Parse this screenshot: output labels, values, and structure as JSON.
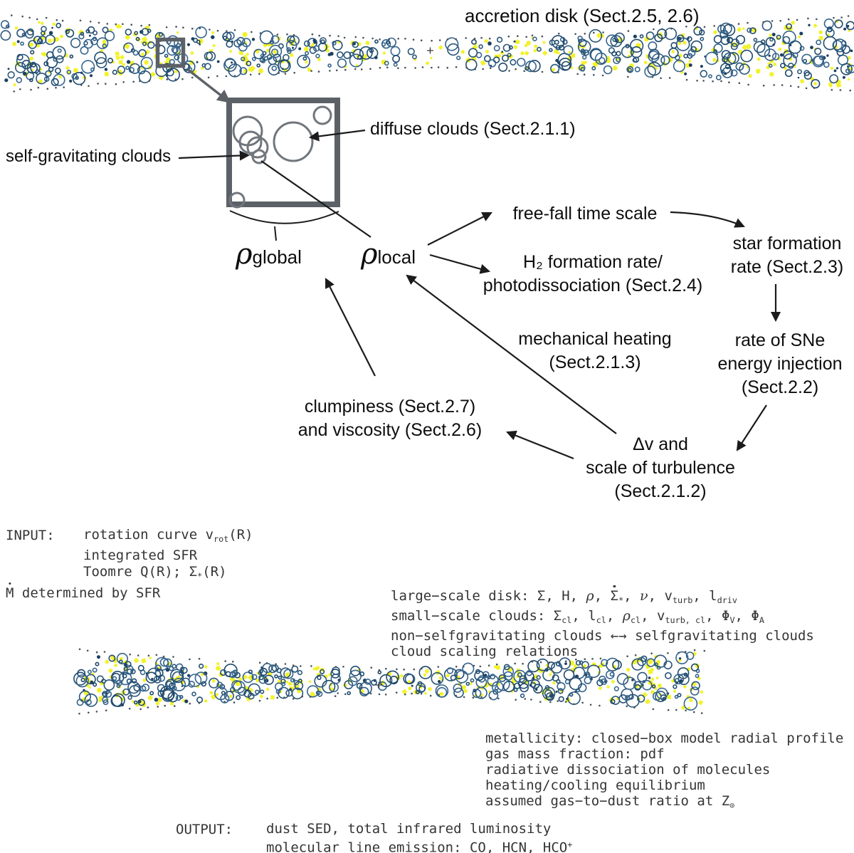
{
  "colors": {
    "cloud_circle_blue": [
      "#2a5679",
      "#36648c",
      "#1f4a6d"
    ],
    "dot_yellow": "#f2f22b",
    "dot_dark_navy": "#1c3f60",
    "edge_dot_gray": "#45525c",
    "box_gray": "#5b6167",
    "inset_circle_gray": "#70767c",
    "arrow_black": "#1b1b1b",
    "text_black": "#0d0d0d",
    "thin_text_gray": "#353535"
  },
  "labels": {
    "accretion_disk": "accretion disk (Sect.2.5, 2.6)",
    "diffuse_clouds": "diffuse clouds (Sect.2.1.1)",
    "self_gravitating": "self-gravitating clouds",
    "rho": "ρ",
    "rho_global_sub": "global",
    "rho_local_sub": "local"
  },
  "nodes": {
    "free_fall": {
      "lines": [
        "free-fall time scale"
      ]
    },
    "h2": {
      "lines": [
        "H₂ formation rate/",
        "photodissociation (Sect.2.4)"
      ]
    },
    "star_formation": {
      "lines": [
        "star formation",
        "rate (Sect.2.3)"
      ]
    },
    "mechanical_heating": {
      "lines": [
        "mechanical heating",
        "(Sect.2.1.3)"
      ]
    },
    "sne": {
      "lines": [
        "rate of SNe",
        "energy injection",
        "(Sect.2.2)"
      ]
    },
    "clumpiness": {
      "lines": [
        "clumpiness (Sect.2.7)",
        "and viscosity (Sect.2.6)"
      ]
    },
    "turbulence": {
      "lines": [
        "Δv and",
        "scale of turbulence",
        "(Sect.2.1.2)"
      ]
    }
  },
  "blocks": {
    "input": {
      "label": "INPUT:",
      "lines": [
        [
          {
            "t": "rotation curve v"
          },
          {
            "t": "rot",
            "s": "sub"
          },
          {
            "t": "(R)"
          }
        ],
        [
          {
            "t": "integrated SFR"
          }
        ],
        [
          {
            "t": "Toomre Q(R); Σ"
          },
          {
            "t": "*",
            "s": "sub"
          },
          {
            "t": "(R)"
          }
        ]
      ]
    },
    "mdot": {
      "lines": [
        [
          {
            "t": "M",
            "s": "dot"
          },
          {
            "t": " determined by SFR"
          }
        ]
      ]
    },
    "scales": {
      "lines": [
        [
          {
            "t": "large−scale disk: Σ, H, "
          },
          {
            "t": "ρ",
            "s": "gk"
          },
          {
            "t": ", "
          },
          {
            "t": "Σ",
            "s": "dot"
          },
          {
            "t": "*",
            "s": "sub"
          },
          {
            "t": ", "
          },
          {
            "t": "ν",
            "s": "gk"
          },
          {
            "t": ", v"
          },
          {
            "t": "turb",
            "s": "sub"
          },
          {
            "t": ", l"
          },
          {
            "t": "driv",
            "s": "sub"
          }
        ],
        [
          {
            "t": "small−scale clouds: Σ"
          },
          {
            "t": "cl",
            "s": "sub"
          },
          {
            "t": ", l"
          },
          {
            "t": "cl",
            "s": "sub"
          },
          {
            "t": ", "
          },
          {
            "t": "ρ",
            "s": "gk"
          },
          {
            "t": "cl",
            "s": "sub"
          },
          {
            "t": ", v"
          },
          {
            "t": "turb, cl",
            "s": "sub"
          },
          {
            "t": ", Φ"
          },
          {
            "t": "V",
            "s": "sub"
          },
          {
            "t": ", Φ"
          },
          {
            "t": "A",
            "s": "sub"
          }
        ],
        [
          {
            "t": "non−selfgravitating clouds ←→ selfgravitating clouds"
          }
        ],
        [
          {
            "t": "cloud scaling relations"
          }
        ]
      ]
    },
    "metallicity": {
      "lines": [
        [
          {
            "t": "metallicity: closed−box model radial profile"
          }
        ],
        [
          {
            "t": "gas mass fraction: pdf"
          }
        ],
        [
          {
            "t": "radiative dissociation of molecules"
          }
        ],
        [
          {
            "t": "heating/cooling equilibrium"
          }
        ],
        [
          {
            "t": "assumed gas−to−dust ratio at Z"
          },
          {
            "t": "⊙",
            "s": "sub"
          }
        ]
      ]
    },
    "output": {
      "label": "OUTPUT:",
      "lines": [
        [
          {
            "t": "dust SED, total infrared luminosity"
          }
        ],
        [
          {
            "t": "molecular line emission: CO, HCN, HCO"
          },
          {
            "t": "+",
            "s": "sup"
          }
        ]
      ]
    }
  }
}
